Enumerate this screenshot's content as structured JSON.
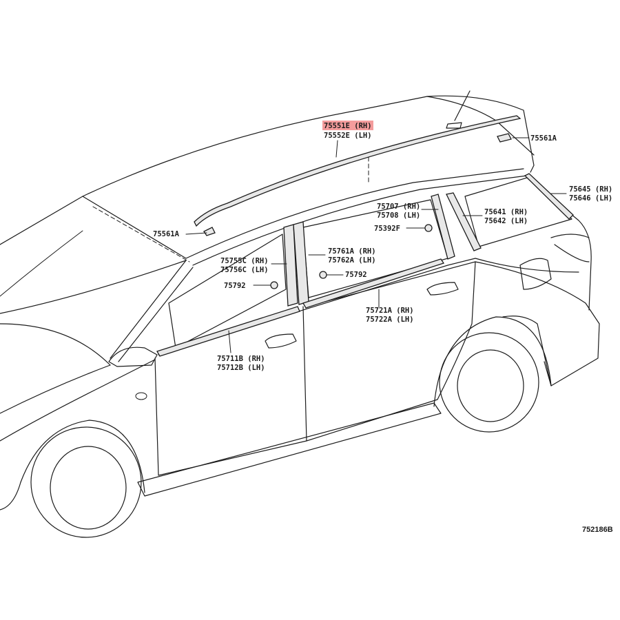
{
  "diagram_code": "752186B",
  "callouts": {
    "roof_molding": {
      "line1": "75551E (RH)",
      "line2": "75552E (LH)",
      "highlight": "#f28b8b"
    },
    "clip_rear": "75561A",
    "clip_front": "75561A",
    "quarter_glass": {
      "line1": "75645 (RH)",
      "line2": "75646 (LH)"
    },
    "rear_pillar": {
      "line1": "75707 (RH)",
      "line2": "75708 (LH)"
    },
    "rear_door_frame": {
      "line1": "75641 (RH)",
      "line2": "75642 (LH)"
    },
    "clip_f": "75392F",
    "center_pillar_front": {
      "line1": "75755C (RH)",
      "line2": "75756C (LH)"
    },
    "center_pillar_rear": {
      "line1": "75761A (RH)",
      "line2": "75762A (LH)"
    },
    "clip_front_door": "75792",
    "clip_rear_door": "75792",
    "rear_belt": {
      "line1": "75721A (RH)",
      "line2": "75722A (LH)"
    },
    "front_belt": {
      "line1": "75711B (RH)",
      "line2": "75712B (LH)"
    }
  }
}
